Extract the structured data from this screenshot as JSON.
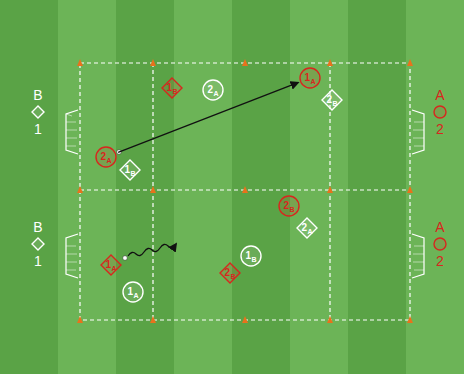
{
  "diagram": {
    "nodes": [
      {
        "text": [
          "B",
          "1"
        ]
      },
      {
        "text": [
          "1",
          "B"
        ]
      },
      {
        "text": [
          "2",
          "A"
        ]
      },
      {
        "text": [
          "1",
          "A"
        ]
      },
      {
        "text": [
          "2",
          "B"
        ]
      },
      {
        "text": [
          "A",
          "2"
        ]
      },
      {
        "text": [
          "2",
          "A"
        ]
      },
      {
        "text": [
          "1",
          "B"
        ]
      },
      {
        "text": [
          "2",
          "B"
        ]
      },
      {
        "text": [
          "2",
          "A"
        ]
      },
      {
        "text": [
          "B",
          "1"
        ]
      },
      {
        "text": [
          "A",
          "2"
        ]
      },
      {
        "text": [
          "1",
          "B"
        ]
      },
      {
        "text": [
          "1",
          "A"
        ]
      },
      {
        "text": [
          "2",
          "B"
        ]
      },
      {
        "text": [
          "1",
          "A"
        ]
      }
    ],
    "edges": [
      {
        "from": 6,
        "to": 3,
        "arrow": "to"
      }
    ]
  }
}
